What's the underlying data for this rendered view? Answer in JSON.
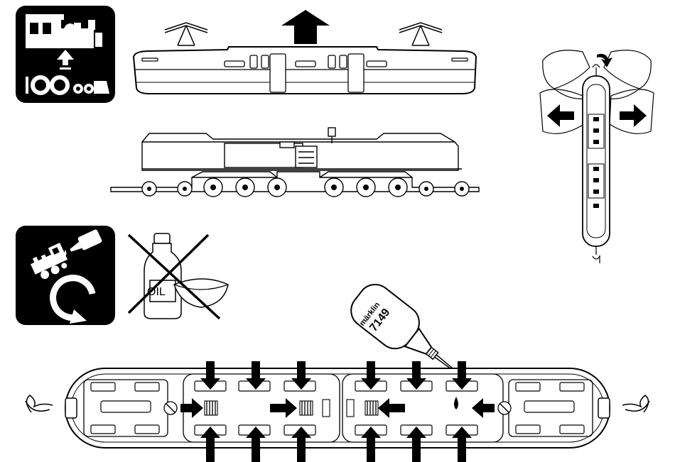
{
  "panels": {
    "step1_icon": {
      "icon": "locomotive-body-removal-icon"
    },
    "step2_icon": {
      "icon": "locomotive-oil-maintenance-icon"
    },
    "no_oil": {
      "icon": "no-oil-bottle-icon",
      "label": "OIL"
    },
    "oiler": {
      "brand": "märklin",
      "number": "7149"
    }
  },
  "colors": {
    "ink": "#000000",
    "paper": "#ffffff"
  }
}
